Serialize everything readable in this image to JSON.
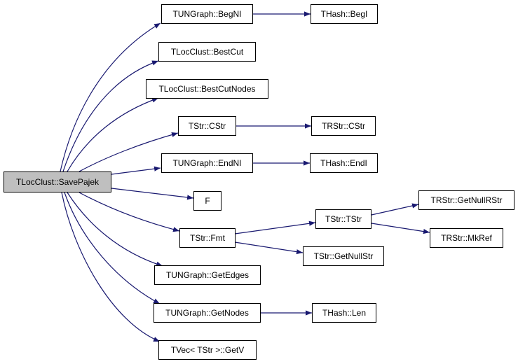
{
  "colors": {
    "edge": "#191970",
    "root_fill": "#bfbfbf",
    "node_fill": "#ffffff"
  },
  "nodes": {
    "root": "TLocClust::SavePajek",
    "begni": "TUNGraph::BegNI",
    "begi": "THash::BegI",
    "bestcut": "TLocClust::BestCut",
    "bestcutnodes": "TLocClust::BestCutNodes",
    "tstr_cstr": "TStr::CStr",
    "trstr_cstr": "TRStr::CStr",
    "endni": "TUNGraph::EndNI",
    "endi": "THash::EndI",
    "f": "F",
    "fmt": "TStr::Fmt",
    "tstr_tstr": "TStr::TStr",
    "getnullstr": "TStr::GetNullStr",
    "getnullrstr": "TRStr::GetNullRStr",
    "mkref": "TRStr::MkRef",
    "getedges": "TUNGraph::GetEdges",
    "getnodes": "TUNGraph::GetNodes",
    "len": "THash::Len",
    "getv": "TVec< TStr >::GetV"
  }
}
